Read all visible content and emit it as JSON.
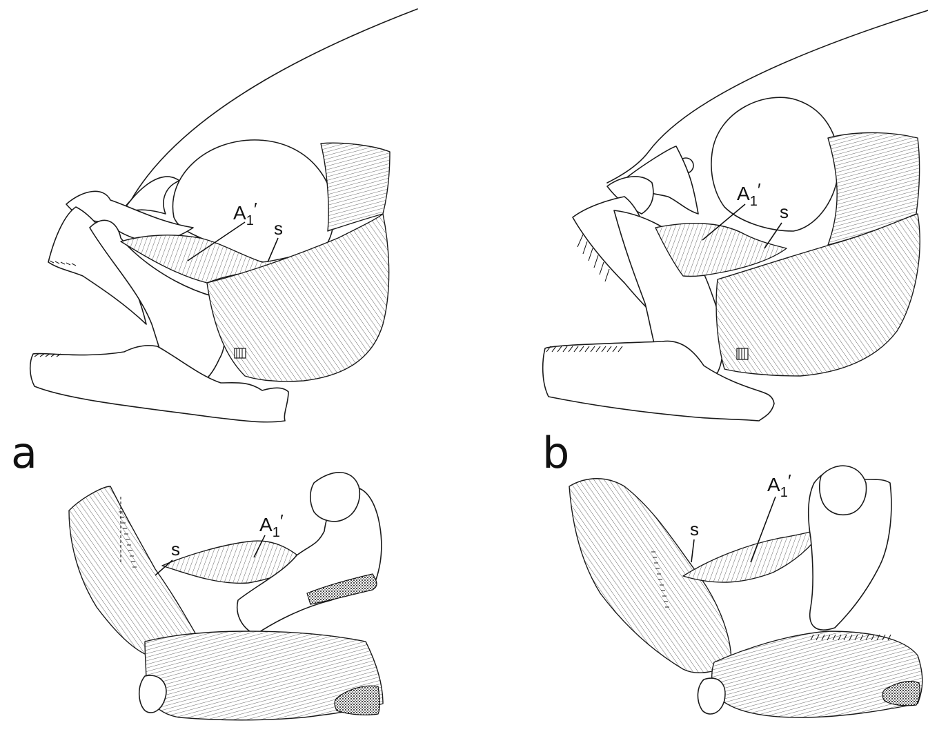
{
  "panels": [
    {
      "letter": "a",
      "labels": {
        "adductor": "A",
        "adductor_sub": "1",
        "prime": "′",
        "section": "s"
      }
    },
    {
      "letter": "b",
      "labels": {
        "adductor": "A",
        "adductor_sub": "1",
        "prime": "′",
        "section": "s"
      }
    }
  ],
  "colors": {
    "ink": "#1a1a1a",
    "paper": "#ffffff",
    "hatch": "#555555"
  }
}
